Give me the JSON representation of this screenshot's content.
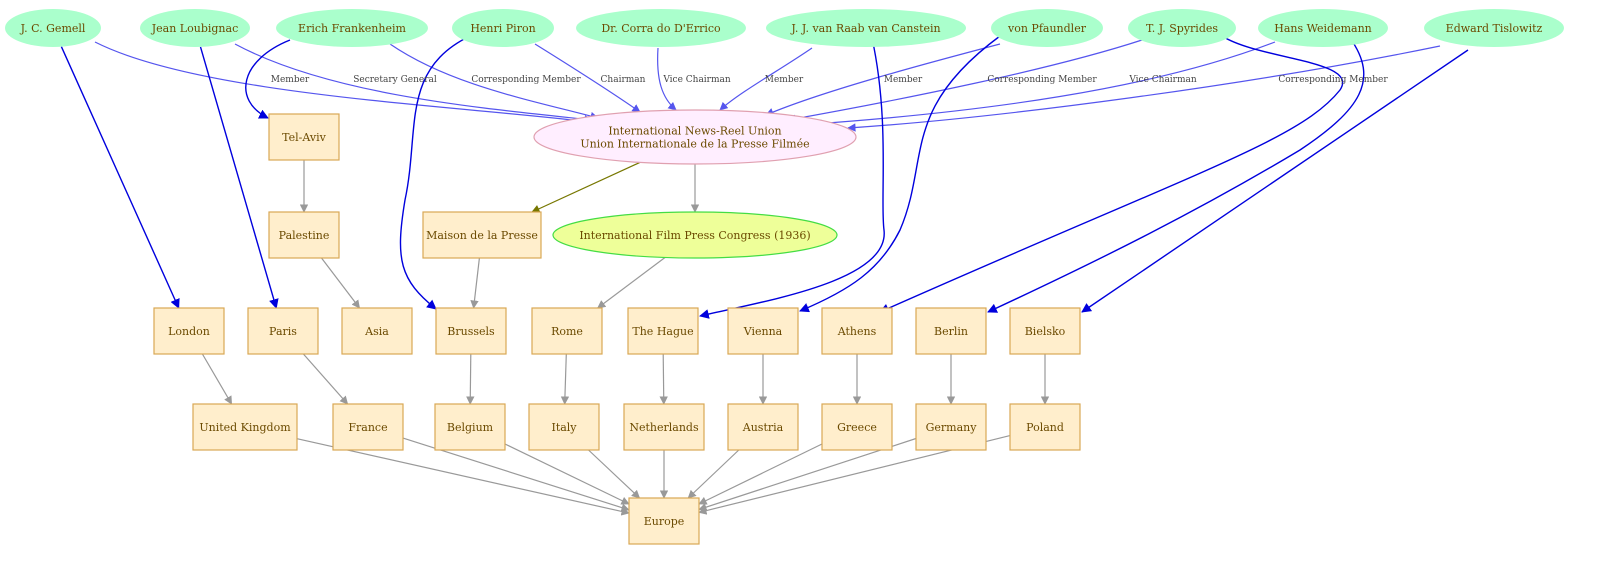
{
  "colors": {
    "person_fill": "#aaffcc",
    "place_fill": "#ffeecc",
    "place_stroke": "#d9a855",
    "org_fill": "#ffeeff",
    "org_stroke": "#e0a0b0",
    "event_fill": "#eeff99",
    "event_stroke": "#44dd44",
    "role_edge": "#5555ee",
    "location_edge": "#0000dd",
    "hierarchy_edge": "#999999",
    "hq_edge": "#777700",
    "text": "#6b4a00"
  },
  "nodes": [
    {
      "id": "gemell",
      "kind": "person",
      "lines": [
        "J. C. Gemell"
      ]
    },
    {
      "id": "loubignac",
      "kind": "person",
      "lines": [
        "Jean Loubignac"
      ]
    },
    {
      "id": "frankenheim",
      "kind": "person",
      "lines": [
        "Erich Frankenheim"
      ]
    },
    {
      "id": "piron",
      "kind": "person",
      "lines": [
        "Henri Piron"
      ]
    },
    {
      "id": "corra",
      "kind": "person",
      "lines": [
        "Dr. Corra do D'Errico"
      ]
    },
    {
      "id": "raab",
      "kind": "person",
      "lines": [
        "J. J. van Raab van Canstein"
      ]
    },
    {
      "id": "pfaundler",
      "kind": "person",
      "lines": [
        "von Pfaundler"
      ]
    },
    {
      "id": "spyrides",
      "kind": "person",
      "lines": [
        "T. J. Spyrides"
      ]
    },
    {
      "id": "weidemann",
      "kind": "person",
      "lines": [
        "Hans Weidemann"
      ]
    },
    {
      "id": "tislowitz",
      "kind": "person",
      "lines": [
        "Edward Tislowitz"
      ]
    },
    {
      "id": "union",
      "kind": "org",
      "lines": [
        "International News-Reel Union",
        "Union Internationale de la Presse Filmée"
      ]
    },
    {
      "id": "telaviv",
      "kind": "place",
      "lines": [
        "Tel-Aviv"
      ]
    },
    {
      "id": "palestine",
      "kind": "place",
      "lines": [
        "Palestine"
      ]
    },
    {
      "id": "maison",
      "kind": "place",
      "lines": [
        "Maison de la Presse"
      ]
    },
    {
      "id": "congress",
      "kind": "event",
      "lines": [
        "International Film Press Congress (1936)"
      ]
    },
    {
      "id": "london",
      "kind": "place",
      "lines": [
        "London"
      ]
    },
    {
      "id": "paris",
      "kind": "place",
      "lines": [
        "Paris"
      ]
    },
    {
      "id": "asia",
      "kind": "place",
      "lines": [
        "Asia"
      ]
    },
    {
      "id": "brussels",
      "kind": "place",
      "lines": [
        "Brussels"
      ]
    },
    {
      "id": "rome",
      "kind": "place",
      "lines": [
        "Rome"
      ]
    },
    {
      "id": "hague",
      "kind": "place",
      "lines": [
        "The Hague"
      ]
    },
    {
      "id": "vienna",
      "kind": "place",
      "lines": [
        "Vienna"
      ]
    },
    {
      "id": "athens",
      "kind": "place",
      "lines": [
        "Athens"
      ]
    },
    {
      "id": "berlin",
      "kind": "place",
      "lines": [
        "Berlin"
      ]
    },
    {
      "id": "bielsko",
      "kind": "place",
      "lines": [
        "Bielsko"
      ]
    },
    {
      "id": "uk",
      "kind": "place",
      "lines": [
        "United Kingdom"
      ]
    },
    {
      "id": "france",
      "kind": "place",
      "lines": [
        "France"
      ]
    },
    {
      "id": "belgium",
      "kind": "place",
      "lines": [
        "Belgium"
      ]
    },
    {
      "id": "italy",
      "kind": "place",
      "lines": [
        "Italy"
      ]
    },
    {
      "id": "netherlands",
      "kind": "place",
      "lines": [
        "Netherlands"
      ]
    },
    {
      "id": "austria",
      "kind": "place",
      "lines": [
        "Austria"
      ]
    },
    {
      "id": "greece",
      "kind": "place",
      "lines": [
        "Greece"
      ]
    },
    {
      "id": "germany",
      "kind": "place",
      "lines": [
        "Germany"
      ]
    },
    {
      "id": "poland",
      "kind": "place",
      "lines": [
        "Poland"
      ]
    },
    {
      "id": "europe",
      "kind": "place",
      "lines": [
        "Europe"
      ]
    }
  ],
  "edges": [
    {
      "from": "gemell",
      "to": "union",
      "kind": "role",
      "label": "Member"
    },
    {
      "from": "loubignac",
      "to": "union",
      "kind": "role",
      "label": "Secretary General"
    },
    {
      "from": "frankenheim",
      "to": "union",
      "kind": "role",
      "label": "Corresponding Member"
    },
    {
      "from": "piron",
      "to": "union",
      "kind": "role",
      "label": "Chairman"
    },
    {
      "from": "corra",
      "to": "union",
      "kind": "role",
      "label": "Vice Chairman"
    },
    {
      "from": "raab",
      "to": "union",
      "kind": "role",
      "label": "Member"
    },
    {
      "from": "pfaundler",
      "to": "union",
      "kind": "role",
      "label": "Member"
    },
    {
      "from": "spyrides",
      "to": "union",
      "kind": "role",
      "label": "Corresponding Member"
    },
    {
      "from": "weidemann",
      "to": "union",
      "kind": "role",
      "label": "Vice Chairman"
    },
    {
      "from": "tislowitz",
      "to": "union",
      "kind": "role",
      "label": "Corresponding Member"
    },
    {
      "from": "gemell",
      "to": "london",
      "kind": "location",
      "label": ""
    },
    {
      "from": "loubignac",
      "to": "paris",
      "kind": "location",
      "label": ""
    },
    {
      "from": "frankenheim",
      "to": "telaviv",
      "kind": "location",
      "label": ""
    },
    {
      "from": "piron",
      "to": "brussels",
      "kind": "location",
      "label": ""
    },
    {
      "from": "raab",
      "to": "hague",
      "kind": "location",
      "label": ""
    },
    {
      "from": "pfaundler",
      "to": "vienna",
      "kind": "location",
      "label": ""
    },
    {
      "from": "spyrides",
      "to": "athens",
      "kind": "location",
      "label": ""
    },
    {
      "from": "weidemann",
      "to": "berlin",
      "kind": "location",
      "label": ""
    },
    {
      "from": "tislowitz",
      "to": "bielsko",
      "kind": "location",
      "label": ""
    },
    {
      "from": "union",
      "to": "maison",
      "kind": "hq",
      "label": ""
    },
    {
      "from": "union",
      "to": "congress",
      "kind": "hierarchy",
      "label": ""
    },
    {
      "from": "congress",
      "to": "rome",
      "kind": "hierarchy",
      "label": ""
    },
    {
      "from": "telaviv",
      "to": "palestine",
      "kind": "hierarchy",
      "label": ""
    },
    {
      "from": "palestine",
      "to": "asia",
      "kind": "hierarchy",
      "label": ""
    },
    {
      "from": "maison",
      "to": "brussels",
      "kind": "hierarchy",
      "label": ""
    },
    {
      "from": "london",
      "to": "uk",
      "kind": "hierarchy",
      "label": ""
    },
    {
      "from": "paris",
      "to": "france",
      "kind": "hierarchy",
      "label": ""
    },
    {
      "from": "brussels",
      "to": "belgium",
      "kind": "hierarchy",
      "label": ""
    },
    {
      "from": "rome",
      "to": "italy",
      "kind": "hierarchy",
      "label": ""
    },
    {
      "from": "hague",
      "to": "netherlands",
      "kind": "hierarchy",
      "label": ""
    },
    {
      "from": "vienna",
      "to": "austria",
      "kind": "hierarchy",
      "label": ""
    },
    {
      "from": "athens",
      "to": "greece",
      "kind": "hierarchy",
      "label": ""
    },
    {
      "from": "berlin",
      "to": "germany",
      "kind": "hierarchy",
      "label": ""
    },
    {
      "from": "bielsko",
      "to": "poland",
      "kind": "hierarchy",
      "label": ""
    },
    {
      "from": "uk",
      "to": "europe",
      "kind": "hierarchy",
      "label": ""
    },
    {
      "from": "france",
      "to": "europe",
      "kind": "hierarchy",
      "label": ""
    },
    {
      "from": "belgium",
      "to": "europe",
      "kind": "hierarchy",
      "label": ""
    },
    {
      "from": "italy",
      "to": "europe",
      "kind": "hierarchy",
      "label": ""
    },
    {
      "from": "netherlands",
      "to": "europe",
      "kind": "hierarchy",
      "label": ""
    },
    {
      "from": "austria",
      "to": "europe",
      "kind": "hierarchy",
      "label": ""
    },
    {
      "from": "greece",
      "to": "europe",
      "kind": "hierarchy",
      "label": ""
    },
    {
      "from": "germany",
      "to": "europe",
      "kind": "hierarchy",
      "label": ""
    },
    {
      "from": "poland",
      "to": "europe",
      "kind": "hierarchy",
      "label": ""
    }
  ]
}
